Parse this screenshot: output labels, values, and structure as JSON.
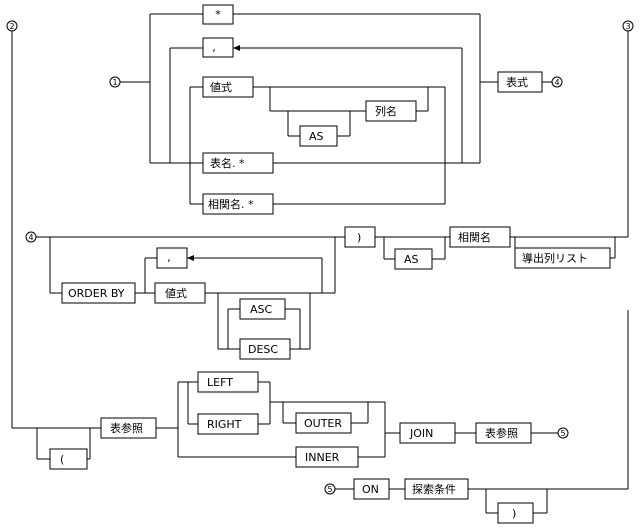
{
  "markers": {
    "m1": "1",
    "m2": "2",
    "m3": "3",
    "m4": "4",
    "m5": "5"
  },
  "section1": {
    "star": "*",
    "comma": ",",
    "value_expr": "値式",
    "as": "AS",
    "column_name": "列名",
    "table_star": "表名. *",
    "corr_star": "相関名. *",
    "table_expr": "表式"
  },
  "section2": {
    "order_by": "ORDER BY",
    "comma": ",",
    "value_expr": "値式",
    "asc": "ASC",
    "desc": "DESC",
    "close_paren": ")",
    "as": "AS",
    "corr_name": "相関名",
    "derived_col_list": "導出列リスト"
  },
  "section3": {
    "open_paren": "(",
    "table_ref": "表参照",
    "left": "LEFT",
    "right": "RIGHT",
    "outer": "OUTER",
    "inner": "INNER",
    "join": "JOIN",
    "table_ref2": "表参照"
  },
  "section4": {
    "on": "ON",
    "search_cond": "探索条件",
    "close_paren": ")"
  }
}
